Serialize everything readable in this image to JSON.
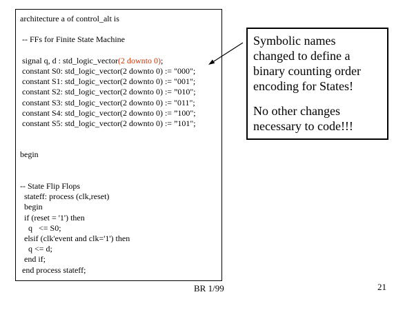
{
  "slide": {
    "footer_credit": "BR 1/99",
    "page_number": "21"
  },
  "colors": {
    "code_highlight": "#cc3300",
    "border": "#000000",
    "background": "#ffffff",
    "text": "#000000"
  },
  "code": {
    "lines": [
      [
        {
          "t": "architecture a of control_alt is"
        }
      ],
      [],
      [
        {
          "t": " -- FFs for Finite State Machine"
        }
      ],
      [],
      [
        {
          "t": " signal q, d : std_logic_vector"
        },
        {
          "t": "(2 downto 0)",
          "hl": true
        },
        {
          "t": ";"
        }
      ],
      [
        {
          "t": " constant S0: std_logic_vector(2 downto 0) := \"000\";"
        }
      ],
      [
        {
          "t": " constant S1: std_logic_vector(2 downto 0) := \"001\";"
        }
      ],
      [
        {
          "t": " constant S2: std_logic_vector(2 downto 0) := ”010\";"
        }
      ],
      [
        {
          "t": " constant S3: std_logic_vector(2 downto 0) := \"011\";"
        }
      ],
      [
        {
          "t": " constant S4: std_logic_vector(2 downto 0) := ”100\";"
        }
      ],
      [
        {
          "t": " constant S5: std_logic_vector(2 downto 0) := ”101\";"
        }
      ],
      [],
      [],
      [
        {
          "t": "begin"
        }
      ],
      [],
      [],
      [
        {
          "t": "-- State Flip Flops"
        }
      ],
      [
        {
          "t": "  stateff: process (clk,reset)"
        }
      ],
      [
        {
          "t": "  begin"
        }
      ],
      [
        {
          "t": "  if (reset = '1') then"
        }
      ],
      [
        {
          "t": "    q   <= S0;"
        }
      ],
      [
        {
          "t": "  elsif (clk'event and clk='1') then"
        }
      ],
      [
        {
          "t": "    q <= d;"
        }
      ],
      [
        {
          "t": "  end if;"
        }
      ],
      [
        {
          "t": " end process stateff;"
        }
      ]
    ]
  },
  "annotation": {
    "paragraphs": [
      {
        "lines": [
          "Symbolic names",
          "changed to define a",
          "binary counting order",
          "encoding for States!"
        ]
      },
      {
        "lines": [
          "No other changes",
          "necessary to code!!!"
        ]
      }
    ]
  }
}
